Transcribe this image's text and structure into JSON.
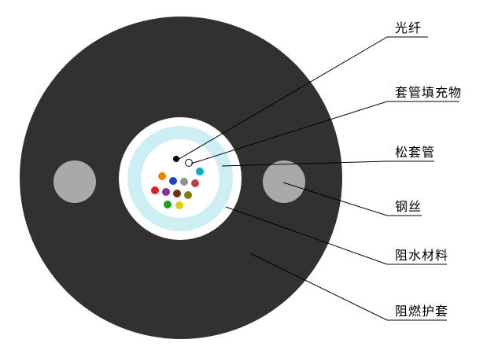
{
  "diagram": {
    "colors": {
      "background": "#ffffff",
      "sheath": "#323030",
      "steel_wire": "#a9a9a9",
      "outer_ring": "#ffffff",
      "water_blocking": "#cdeef2",
      "loose_tube": "#ffffff",
      "line": "#000000"
    },
    "fibers": [
      {
        "name": "fiber-black",
        "color": "#000000"
      },
      {
        "name": "fiber-white",
        "color": "#ffffff"
      },
      {
        "name": "fiber-cyan",
        "color": "#00b0c0"
      },
      {
        "name": "fiber-orange",
        "color": "#f08000"
      },
      {
        "name": "fiber-blue",
        "color": "#2040d0"
      },
      {
        "name": "fiber-gray",
        "color": "#909090"
      },
      {
        "name": "fiber-rose",
        "color": "#c04040"
      },
      {
        "name": "fiber-red",
        "color": "#e02020"
      },
      {
        "name": "fiber-violet",
        "color": "#8030a0"
      },
      {
        "name": "fiber-brown",
        "color": "#703010"
      },
      {
        "name": "fiber-olive",
        "color": "#808000"
      },
      {
        "name": "fiber-green",
        "color": "#20a020"
      },
      {
        "name": "fiber-yellow",
        "color": "#d8d000"
      }
    ],
    "labels": [
      {
        "text": "光纤"
      },
      {
        "text": "套管填充物"
      },
      {
        "text": "松套管"
      },
      {
        "text": "钢丝"
      },
      {
        "text": "阻水材料"
      },
      {
        "text": "阻燃护套"
      }
    ]
  }
}
